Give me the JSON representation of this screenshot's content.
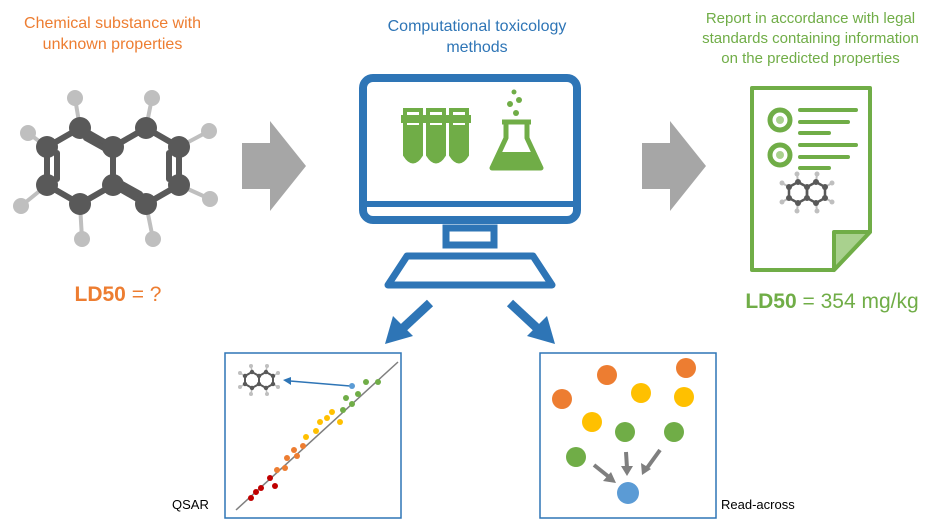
{
  "input": {
    "caption_line1": "Chemical substance with",
    "caption_line2": "unknown properties",
    "ld50_label": "LD50",
    "ld50_value": " = ?"
  },
  "methods": {
    "caption_line1": "Computational toxicology",
    "caption_line2": "methods"
  },
  "report": {
    "caption_line1": "Report in accordance with legal",
    "caption_line2": "standards containing information",
    "caption_line3": "on the predicted properties",
    "ld50_label": "LD50",
    "ld50_value": " = 354 mg/kg"
  },
  "panels": {
    "qsar_label": "QSAR",
    "readacross_label": "Read-across"
  },
  "colors": {
    "orange": "#ed7d31",
    "blue": "#2e75b6",
    "green": "#70ad47",
    "grey_arrow": "#a6a6a6",
    "atom_dark": "#595959",
    "atom_light": "#bfbfbf",
    "yellow": "#ffc000",
    "red": "#c00000",
    "light_blue": "#5b9bd5"
  },
  "icons": [
    "naphthalene-molecule-icon",
    "computer-monitor-icon",
    "test-tubes-icon",
    "flask-icon",
    "report-document-icon"
  ]
}
